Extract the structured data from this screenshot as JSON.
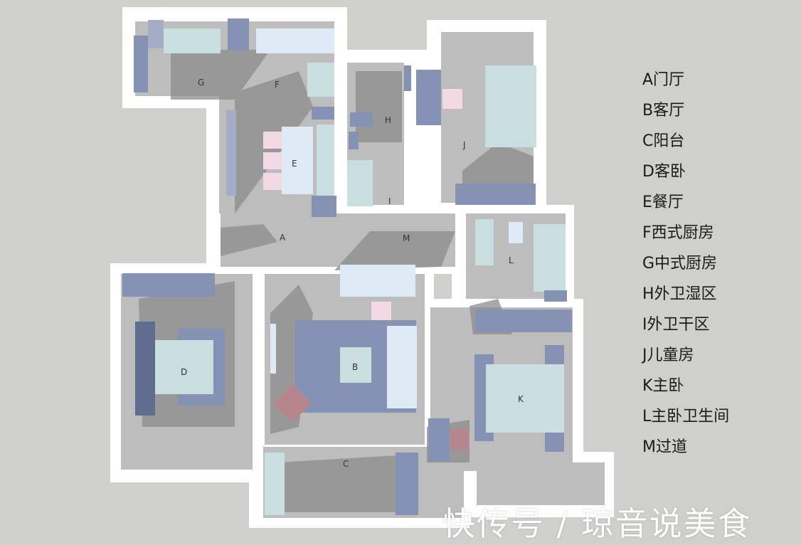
{
  "rooms": {
    "A": "A",
    "B": "B",
    "C": "C",
    "D": "D",
    "E": "E",
    "F": "F",
    "G": "G",
    "H": "H",
    "I": "I",
    "J": "J",
    "K": "K",
    "L": "L",
    "M": "M"
  },
  "legend": [
    "A门厅",
    "B客厅",
    "C阳台",
    "D客卧",
    "E餐厅",
    "F西式厨房",
    "G中式厨房",
    "H外卫湿区",
    "I外卫干区",
    "J儿童房",
    "K主卧",
    "L主卧卫生间",
    "M过道"
  ],
  "watermark": "快传号 / 琼音说美食",
  "colors": {
    "background": "#cfd0cc",
    "wall": "#ffffff",
    "floor": "#bdbdbd",
    "shadow": "#8c8c8c",
    "furniture_blue": "#8592b3",
    "furniture_cyan": "#c9dede",
    "furniture_light": "#dfeaf7",
    "furniture_pink": "#f3d9e3",
    "furniture_mauve": "#b7868c"
  }
}
